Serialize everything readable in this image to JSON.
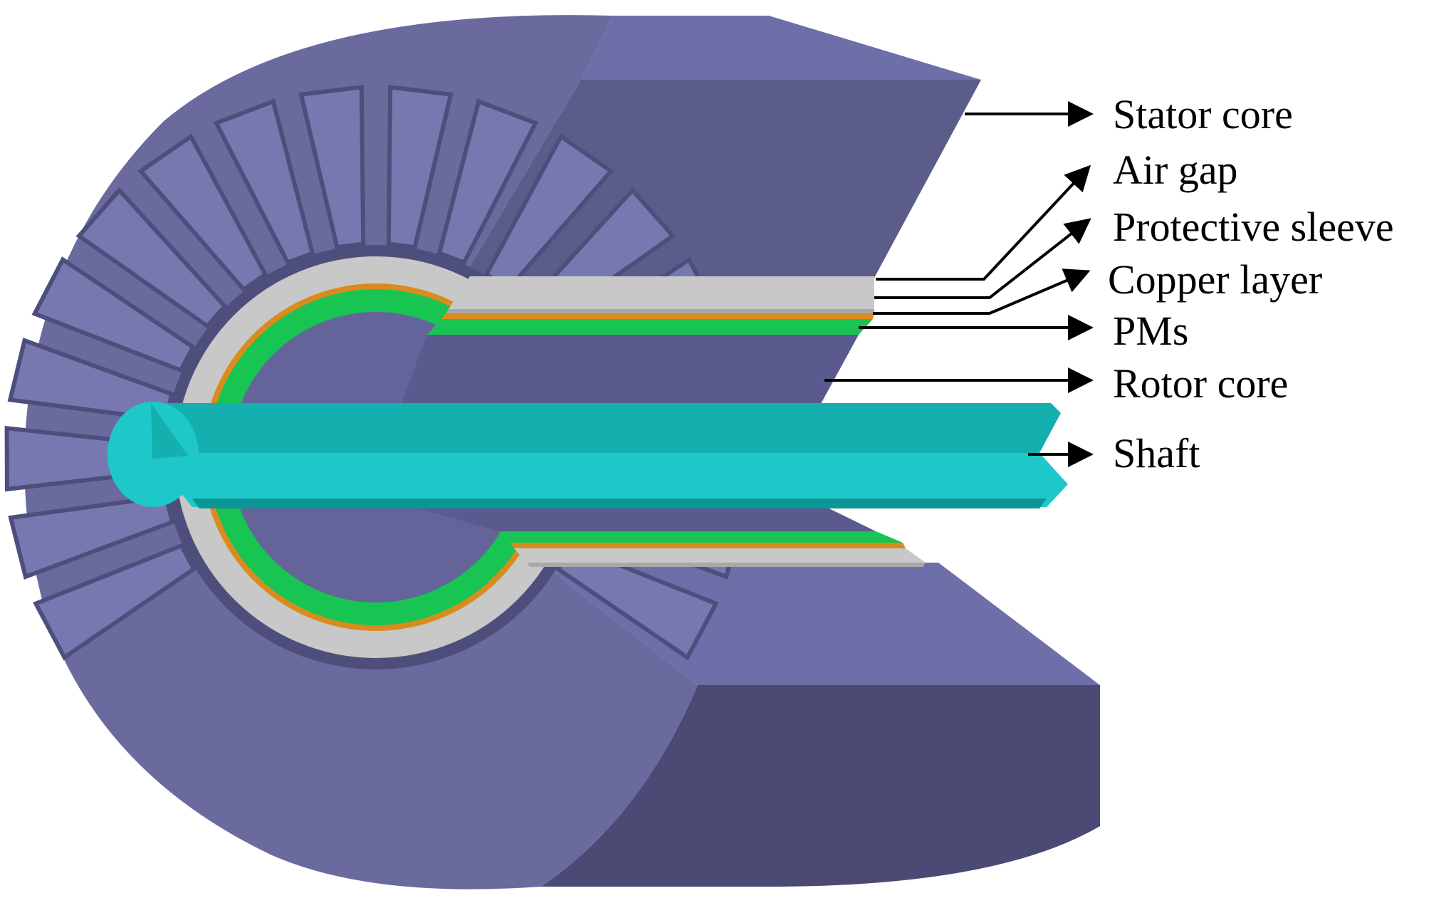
{
  "colors": {
    "stator_face": "#6a6a9e",
    "stator_top": "#6e6ea8",
    "stator_side": "#5c5c8a",
    "stator_dark": "#4a4a74",
    "tooth": "#7878b0",
    "slot_shadow": "#4e4e7c",
    "rotor_core": "#64649a",
    "rotor_core_side": "#5a5a8e",
    "sleeve": "#c8c8c8",
    "sleeve_dark": "#a8a8a8",
    "copper": "#d98c1e",
    "pm": "#18c452",
    "shaft": "#1ec8c8",
    "shaft_top": "#14b0b0",
    "shaft_dark": "#0e9696",
    "arrow": "#000000"
  },
  "labels": [
    {
      "id": "stator-core",
      "text": "Stator core"
    },
    {
      "id": "air-gap",
      "text": "Air gap"
    },
    {
      "id": "protective-sleeve",
      "text": "Protective sleeve"
    },
    {
      "id": "copper-layer",
      "text": "Copper layer"
    },
    {
      "id": "pms",
      "text": "PMs"
    },
    {
      "id": "rotor-core",
      "text": "Rotor core"
    },
    {
      "id": "shaft",
      "text": "Shaft"
    }
  ]
}
